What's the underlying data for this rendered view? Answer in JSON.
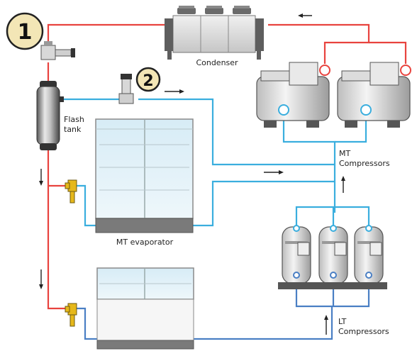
{
  "markers": [
    {
      "id": "marker-1",
      "label": "1"
    },
    {
      "id": "marker-2",
      "label": "2"
    }
  ],
  "labels": {
    "condenser": "Condenser",
    "flash_tank_line1": "Flash",
    "flash_tank_line2": "tank",
    "mt_evaporator": "MT evaporator",
    "mt_compressors_line1": "MT",
    "mt_compressors_line2": "Compressors",
    "lt_compressors_line1": "LT",
    "lt_compressors_line2": "Compressors"
  },
  "colors": {
    "hot_line": "#e8433e",
    "cold_line": "#3aaede",
    "low_line": "#4a7fc4",
    "marker_fill": "#f3e6b6",
    "arrow": "#222222"
  }
}
